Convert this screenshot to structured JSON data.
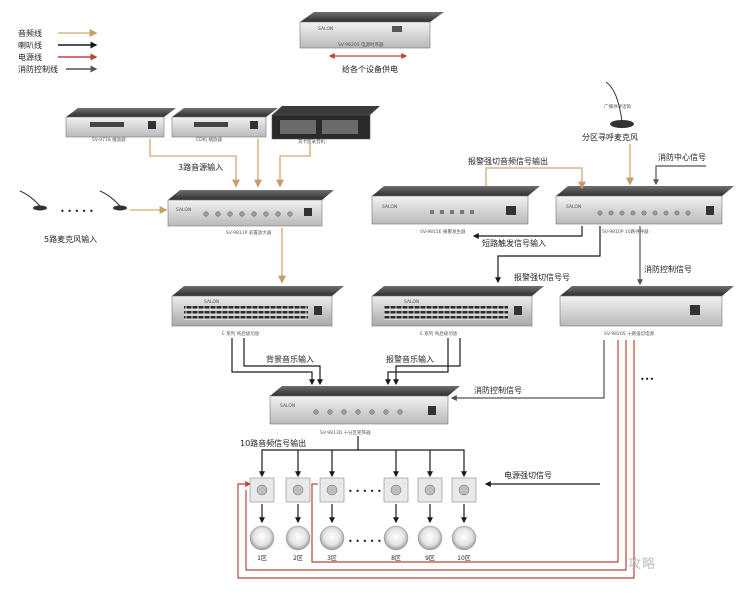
{
  "legend": [
    {
      "label": "音频线",
      "color": "#d8b98a"
    },
    {
      "label": "喇叭线",
      "color": "#1a1a1a"
    },
    {
      "label": "电源线",
      "color": "#b8473a"
    },
    {
      "label": "消防控制线",
      "color": "#555555"
    }
  ],
  "devices": {
    "power_timer": "SV-9620S  电源时序器",
    "preamp": "SV-9811P  前置放大器",
    "alarm_gen": "SV-9815E  报警发生器",
    "pager": "SV-9810P  10路寻呼器",
    "amp1": "E 系列  纯后级功放",
    "amp2": "E 系列  纯后级功放",
    "power_supply": "SV-9820S  十路强切电源",
    "matrix": "SV-9813D  十分区矩阵器",
    "src1": "SV-9718 播放器",
    "src2": "CD机 播放器",
    "src3": "双卡座录音机",
    "mic_small": "广播寻呼话筒"
  },
  "labels": {
    "power_out": "给各个设备供电",
    "audio3": "3路音源输入",
    "mics5": "5路麦克风输入",
    "zone_mic": "分区寻呼麦克风",
    "fire_center": "消防中心信号",
    "alarm_out": "报警强切音频信号输出",
    "short_trig": "短路触发信号输入",
    "alarm_strong": "报警强切信号号",
    "fire_ctrl": "消防控制信号",
    "bg_music": "背景音乐输入",
    "alarm_music": "报警音乐输入",
    "fire_ctrl2": "消防控制信号",
    "ten_out": "10路音频信号输出",
    "power_cut": "电源强切信号",
    "ellipsis": "• • • • •",
    "ellipsis2": "• • •",
    "vdots": "•••"
  },
  "zones": [
    {
      "label": "1区"
    },
    {
      "label": "2区"
    },
    {
      "label": "3区"
    },
    {
      "label": "8区"
    },
    {
      "label": "9区"
    },
    {
      "label": "10区"
    }
  ],
  "watermark": "攻略"
}
